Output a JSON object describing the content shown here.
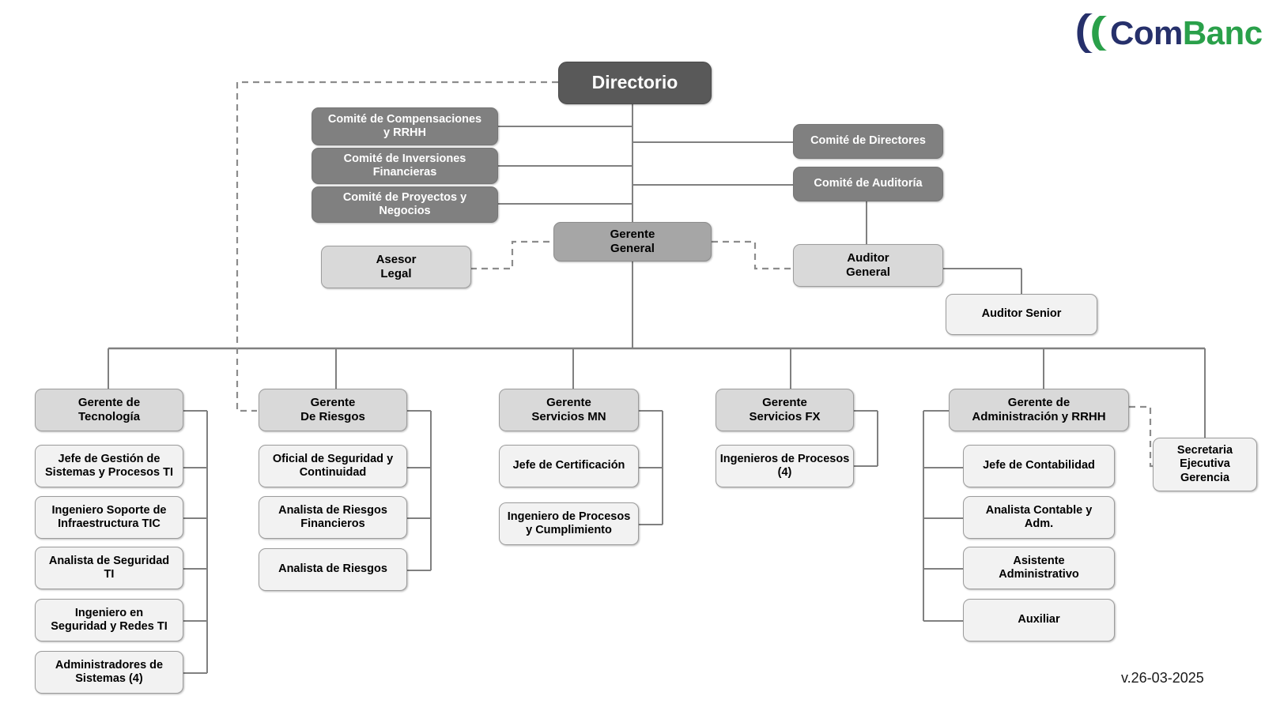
{
  "brand": {
    "name_part1": "Com",
    "name_part2": "Banc",
    "color_navy": "#26306b",
    "color_green": "#2aa04a",
    "logo_icon": "double-arc-icon"
  },
  "footer": {
    "version": "v.26-03-2025"
  },
  "chart_meta": {
    "type": "org-chart",
    "title": "Organigrama ComBanc",
    "colors": {
      "board": "#595959",
      "committee": "#808080",
      "general_manager": "#a6a6a6",
      "manager": "#d9d9d9",
      "staff": "#f2f2f2",
      "line": "#808080",
      "dashed_line": "#8c8c8c"
    }
  },
  "nodes": {
    "board": {
      "label": "Directorio"
    },
    "committees_left": [
      {
        "label": "Comité  de Compensaciones\ny RRHH"
      },
      {
        "label": "Comité de Inversiones\nFinancieras"
      },
      {
        "label": "Comité de Proyectos y\nNegocios"
      }
    ],
    "committees_right": [
      {
        "label": "Comité  de Directores"
      },
      {
        "label": "Comité de Auditoría"
      }
    ],
    "general_manager": {
      "label": "Gerente\nGeneral"
    },
    "legal_advisor": {
      "label": "Asesor\nLegal"
    },
    "auditor_general": {
      "label": "Auditor\nGeneral"
    },
    "auditor_senior": {
      "label": "Auditor  Senior"
    },
    "executive_secretary": {
      "label": "Secretaria\nEjecutiva\nGerencia"
    },
    "divisions": [
      {
        "manager": "Gerente de\nTecnología",
        "staff": [
          "Jefe de Gestión de\nSistemas y Procesos TI",
          "Ingeniero Soporte de\nInfraestructura TIC",
          "Analista de Seguridad\nTI",
          "Ingeniero en\nSeguridad y Redes TI",
          "Administradores de\nSistemas (4)"
        ]
      },
      {
        "manager": "Gerente\nDe Riesgos",
        "staff": [
          "Oficial de Seguridad y\nContinuidad",
          "Analista de Riesgos\nFinancieros",
          "Analista de Riesgos"
        ]
      },
      {
        "manager": "Gerente\nServicios MN",
        "staff": [
          "Jefe de Certificación",
          "Ingeniero de Procesos\ny Cumplimiento"
        ]
      },
      {
        "manager": "Gerente\nServicios FX",
        "staff": [
          "Ingenieros de Procesos\n(4)"
        ]
      },
      {
        "manager": "Gerente de\nAdministración y RRHH",
        "staff": [
          "Jefe de Contabilidad",
          "Analista Contable y\nAdm.",
          "Asistente\nAdministrativo",
          "Auxiliar"
        ]
      }
    ]
  }
}
